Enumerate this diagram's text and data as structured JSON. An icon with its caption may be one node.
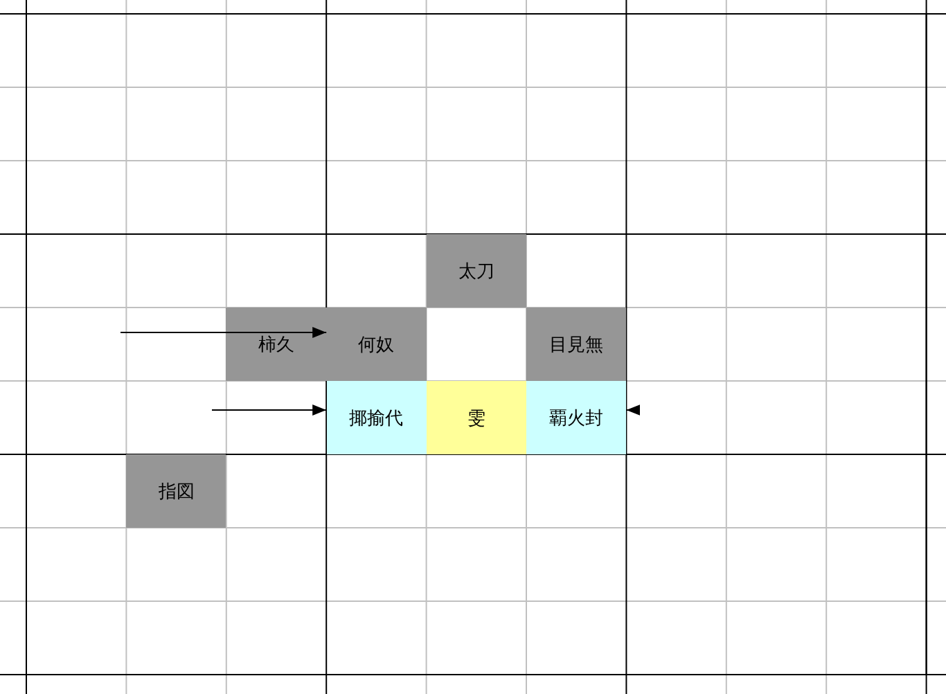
{
  "diagram": {
    "nodes": [
      {
        "text": [
          "太刀"
        ]
      },
      {
        "text": [
          "柿久"
        ]
      },
      {
        "text": [
          "何奴"
        ]
      },
      {
        "text": [
          "目見無"
        ]
      },
      {
        "text": [
          "揶揄代"
        ]
      },
      {
        "text": [
          "雯"
        ]
      },
      {
        "text": [
          "覇火封"
        ]
      },
      {
        "text": [
          "指図"
        ]
      }
    ],
    "edges": [
      {
        "from": null,
        "to": 2,
        "arrow": "to"
      },
      {
        "from": null,
        "to": 4,
        "arrow": "to"
      },
      {
        "from": null,
        "to": 6,
        "arrow": "to"
      }
    ]
  }
}
